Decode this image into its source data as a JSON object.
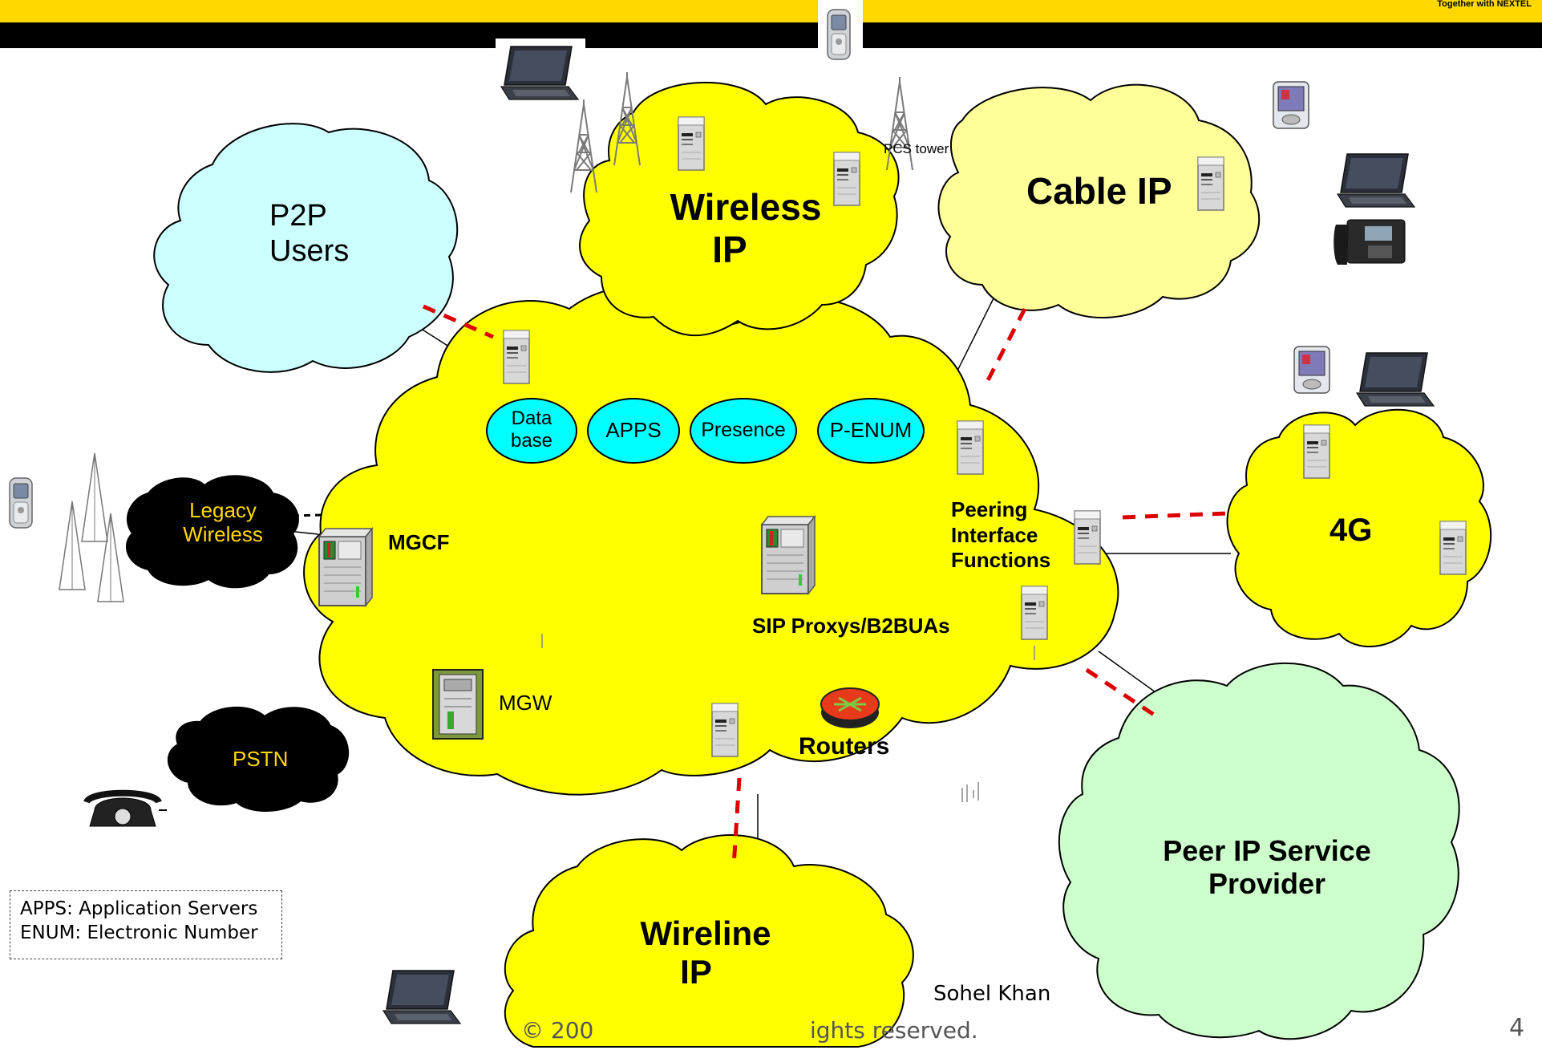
{
  "header": {
    "brand_bar_color": "#ffd800",
    "top_right_text": "Together with NEXTEL"
  },
  "colors": {
    "core_cloud": "#ffff00",
    "p2p_cloud": "#ccffff",
    "cable_cloud": "#ffff99",
    "peer_cloud": "#ccffcc",
    "black_cloud": "#000000",
    "oval_fill": "#00ffff",
    "dashed_link": "#dd0000"
  },
  "clouds": {
    "wireless_ip": [
      "Wireless",
      "IP"
    ],
    "p2p": [
      "P2P",
      "Users"
    ],
    "cable_ip": "Cable IP",
    "four_g": "4G",
    "wireline_ip": [
      "Wireline",
      "IP"
    ],
    "peer": [
      "Peer IP Service",
      "Provider"
    ],
    "legacy": [
      "Legacy",
      "Wireless"
    ],
    "pstn": "PSTN"
  },
  "ovals": [
    [
      "Data",
      "base"
    ],
    [
      "APPS"
    ],
    [
      "Presence"
    ],
    [
      "P-ENUM"
    ]
  ],
  "labels": {
    "pcs_tower": "PCS tower",
    "mgcf": "MGCF",
    "mgw": "MGW",
    "sip": "SIP Proxys/B2BUAs",
    "routers": "Routers",
    "peering": [
      "Peering",
      "Interface",
      "Functions"
    ]
  },
  "legend": [
    "APPS: Application Servers",
    "ENUM: Electronic Number"
  ],
  "footer": {
    "author": "Sohel Khan",
    "copyright": "© 200",
    "rights": "ights reserved.",
    "page": "4"
  },
  "icons": [
    "laptop-icon",
    "cell-phone-icon",
    "radio-tower-icon",
    "server-icon",
    "pda-icon",
    "ip-phone-icon",
    "router-icon",
    "media-gateway-icon",
    "rotary-phone-icon"
  ]
}
